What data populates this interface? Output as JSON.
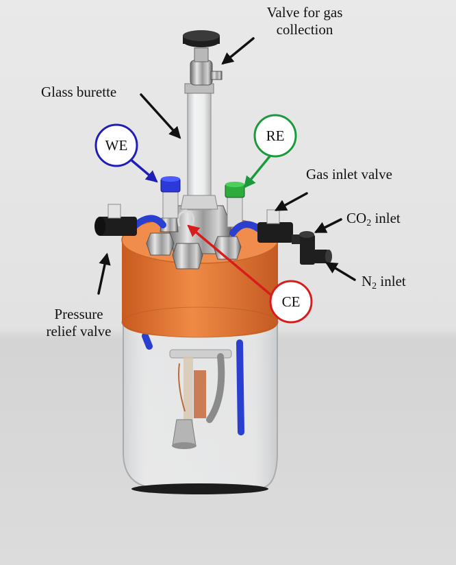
{
  "labels": {
    "valve_gas_collection": [
      "Valve for gas",
      "collection"
    ],
    "glass_burette": "Glass burette",
    "we": "WE",
    "re": "RE",
    "gas_inlet_valve": "Gas inlet valve",
    "co2_inlet": {
      "prefix": "CO",
      "sub": "2",
      "suffix": " inlet"
    },
    "n2_inlet": {
      "prefix": "N",
      "sub": "2",
      "suffix": " inlet"
    },
    "ce": "CE",
    "pressure_relief_valve": [
      "Pressure",
      "relief valve"
    ]
  },
  "colors": {
    "we": "#1f1fb8",
    "re": "#1a9a3c",
    "ce": "#d81b1b",
    "arrow": "#111111",
    "cap": "#e07a34",
    "tube": "#2a3fd0"
  }
}
